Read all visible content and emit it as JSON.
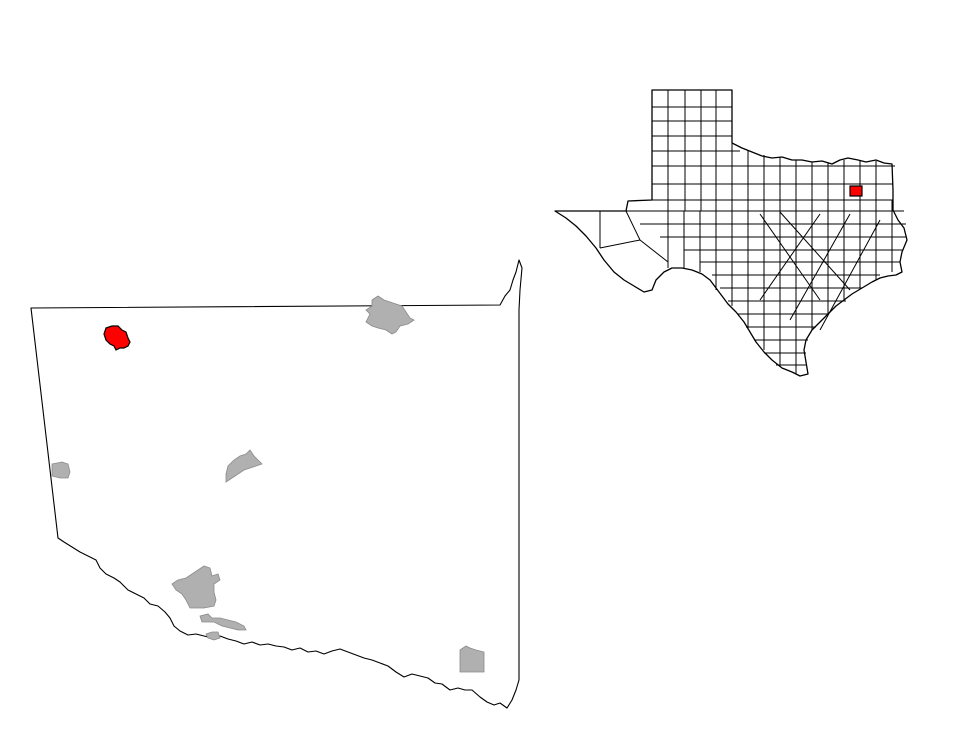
{
  "map": {
    "colors": {
      "background": "#ffffff",
      "border": "#000000",
      "town_fill": "#b0b0b0",
      "town_stroke": "#8a8a8a",
      "highlight": "#ff0000",
      "county_fill": "#ffffff"
    },
    "detail_map": {
      "highlighted_place": "red-place-north-west",
      "towns": [
        "town-north-east",
        "town-center",
        "town-west-edge",
        "town-south",
        "town-south-small",
        "town-south-east"
      ]
    },
    "locator_map": {
      "highlighted_county": "red-county-north-east"
    }
  }
}
